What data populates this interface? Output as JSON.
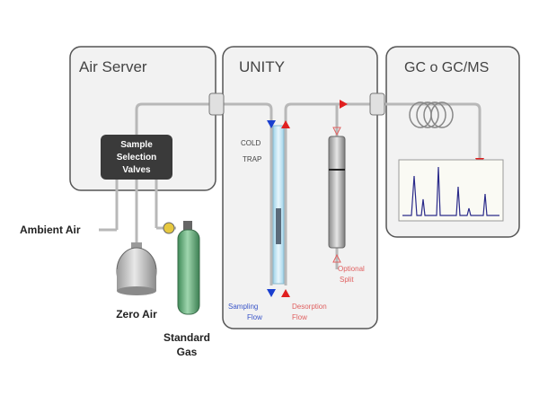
{
  "panels": {
    "air_server": "Air Server",
    "unity": "UNITY",
    "gc": "GC o GC/MS"
  },
  "valves": {
    "line1": "Sample",
    "line2": "Selection",
    "line3": "Valves"
  },
  "labels": {
    "ambient_air": "Ambient Air",
    "zero_air": "Zero Air",
    "standard_gas_1": "Standard",
    "standard_gas_2": "Gas",
    "cold_trap_1": "COLD",
    "cold_trap_2": "TRAP",
    "sampling_flow_1": "Sampling",
    "sampling_flow_2": "Flow",
    "desorption_flow_1": "Desorption",
    "desorption_flow_2": "Flow",
    "optional_split_1": "Optional",
    "optional_split_2": "Split"
  },
  "colors": {
    "panel_fill": "#f2f2f2",
    "panel_border": "#555555",
    "valve_box": "#3a3a3a",
    "pipe": "#b8b8b8",
    "sampling_arrow": "#1a3fcf",
    "desorption_arrow": "#e02020",
    "split_text": "#e06060",
    "sampling_text": "#3a55c8",
    "gas_cylinder": "#5fae7a"
  }
}
